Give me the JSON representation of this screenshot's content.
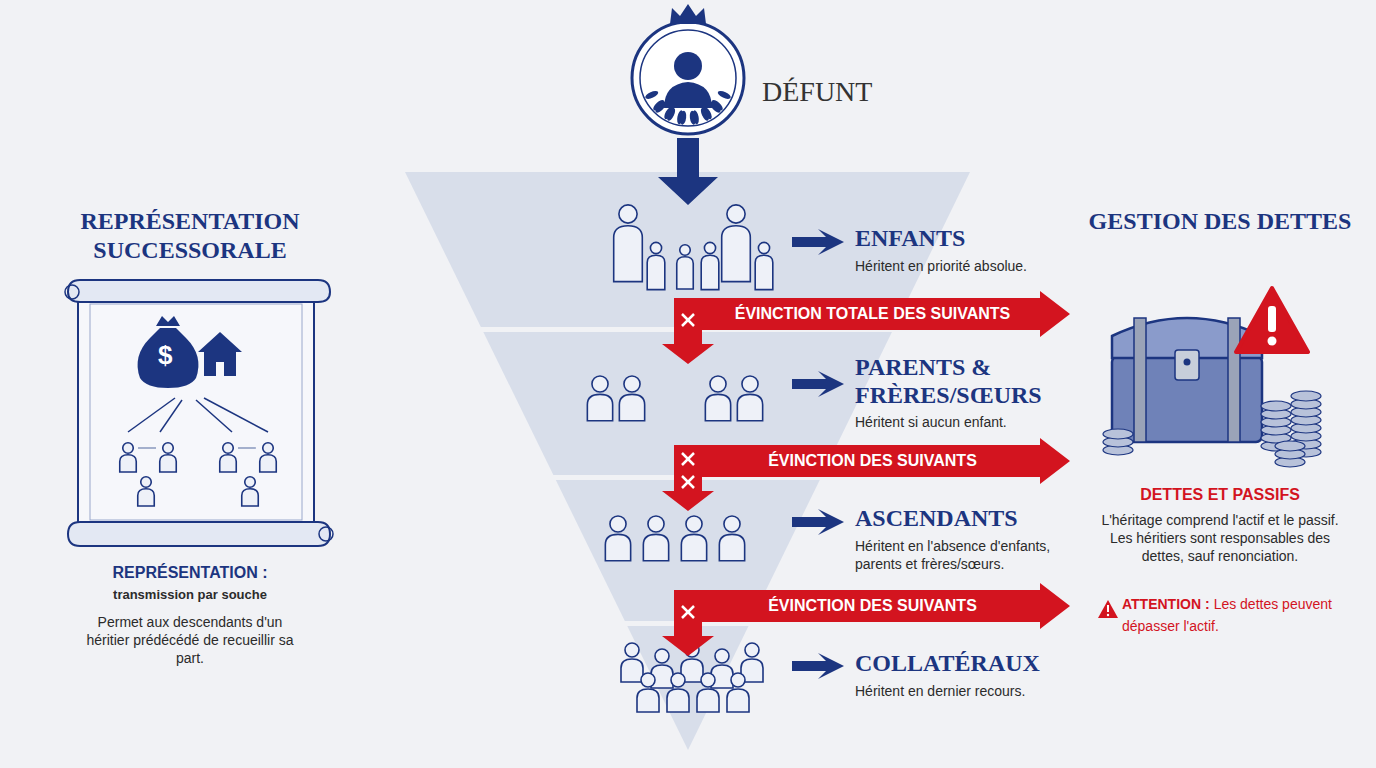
{
  "diagram": {
    "nodes": [
      {
        "text": [
          "DÉFUNT"
        ]
      },
      {
        "text": [
          "ENFANTS",
          "Héritent en priorité absolue."
        ]
      },
      {
        "text": [
          "ÉVINCTION TOTALE DES SUIVANTS"
        ]
      },
      {
        "text": [
          "PARENTS & FRÈRES/SŒURS",
          "Héritent si aucun enfant."
        ]
      },
      {
        "text": [
          "ÉVINCTION DES SUIVANTS"
        ]
      },
      {
        "text": [
          "ASCENDANTS",
          "Héritent en l'absence d'enfants, parents et frères/sœurs."
        ]
      },
      {
        "text": [
          "ÉVINCTION DES SUIVANTS"
        ]
      },
      {
        "text": [
          "COLLATÉRAUX",
          "Héritent en dernier recours."
        ]
      },
      {
        "text": [
          "REPRÉSENTATION SUCCESSORALE",
          "REPRÉSENTATION :",
          "transmission par souche",
          "Permet aux descendants d'un héritier prédécédé de recueillir sa part."
        ]
      },
      {
        "text": [
          "GESTION DES DETTES",
          "DETTES ET PASSIFS",
          "L'héritage comprend l'actif et le passif. Les héritiers sont responsables des dettes, sauf renonciation.",
          "ATTENTION :",
          "Les dettes peuvent dépasser l'actif."
        ]
      }
    ],
    "edges": [
      {
        "from": 0,
        "to": 1,
        "arrow": "to"
      }
    ],
    "labels": [
      "$"
    ]
  }
}
